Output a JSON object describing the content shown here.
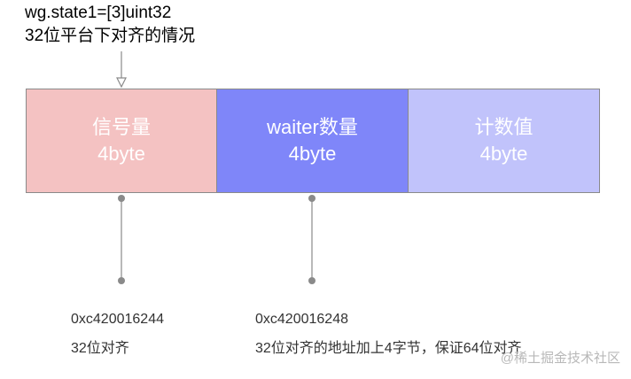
{
  "title": {
    "line1": "wg.state1=[3]uint32",
    "line2": "32位平台下对齐的情况"
  },
  "cells": [
    {
      "name": "信号量",
      "size": "4byte",
      "color": "#f4c2c2"
    },
    {
      "name": "waiter数量",
      "size": "4byte",
      "color": "#7f86f9"
    },
    {
      "name": "计数值",
      "size": "4byte",
      "color": "#c1c3fb"
    }
  ],
  "annotations": [
    {
      "address": "0xc420016244",
      "note": "32位对齐"
    },
    {
      "address": "0xc420016248",
      "note": "32位对齐的地址加上4字节，保证64位对齐"
    }
  ],
  "watermark": "@稀土掘金技术社区",
  "colors": {
    "line": "#8a8a8a",
    "dot": "#8a8a8a",
    "text": "#333333"
  }
}
